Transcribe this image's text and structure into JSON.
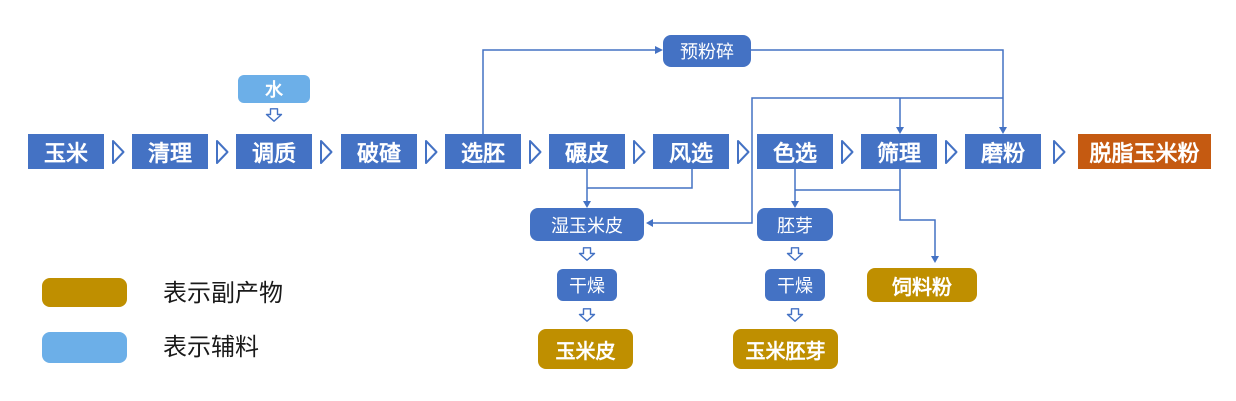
{
  "diagram": {
    "main_flow": [
      "玉米",
      "清理",
      "调质",
      "破碴",
      "选胚",
      "碾皮",
      "风选",
      "色选",
      "筛理",
      "磨粉"
    ],
    "final_product": "脱脂玉米粉",
    "auxiliary_input": "水",
    "pre_crush": "预粉碎",
    "wet_corn_husk": "湿玉米皮",
    "germ": "胚芽",
    "dry_1": "干燥",
    "dry_2": "干燥",
    "corn_husk": "玉米皮",
    "corn_germ": "玉米胚芽",
    "feed_powder": "饲料粉"
  },
  "legend": {
    "byproduct_label": "表示副产物",
    "auxiliary_label": "表示辅料"
  },
  "colors": {
    "process_blue": "#4472C4",
    "auxiliary_blue": "#6CAFE8",
    "byproduct_gold": "#BF8F00",
    "product_orange": "#C55A11",
    "connector_blue": "#4472C4"
  }
}
